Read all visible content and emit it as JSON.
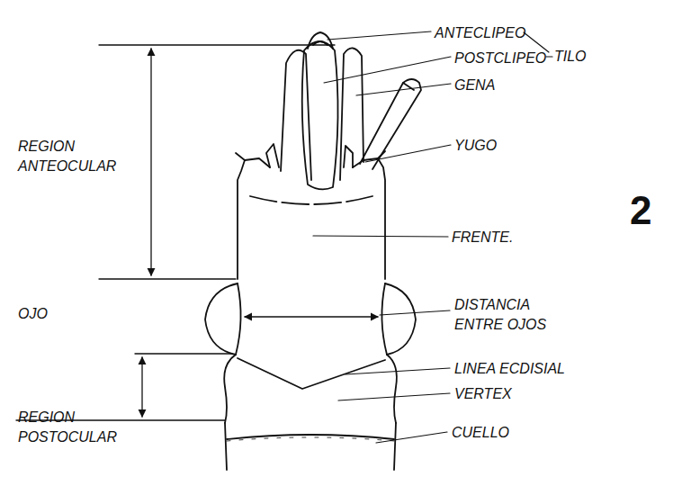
{
  "diagram": {
    "labels": [
      "ANTECLIPEO",
      "POSTCLIPEO",
      "TILO",
      "GENA",
      "YUGO",
      "REGION ANTEOCULAR",
      "FRENTE.",
      "2",
      "OJO",
      "DISTANCIA ENTRE OJOS",
      "LINEA ECDISIAL",
      "VERTEX",
      "REGION POSTOCULAR",
      "CUELLO"
    ]
  }
}
